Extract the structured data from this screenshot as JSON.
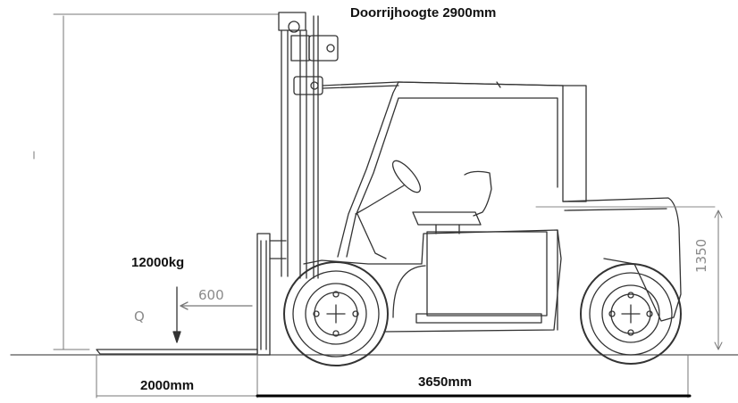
{
  "labels": {
    "clearance_height": "Doorrijhoogte 2900mm",
    "capacity": "12000kg",
    "load_center": "600",
    "load_symbol": "Q",
    "seat_height": "1350",
    "fork_length": "2000mm",
    "body_length": "3650mm"
  },
  "colors": {
    "line": "#222222",
    "dim": "#8a8a8a",
    "background": "#ffffff"
  }
}
